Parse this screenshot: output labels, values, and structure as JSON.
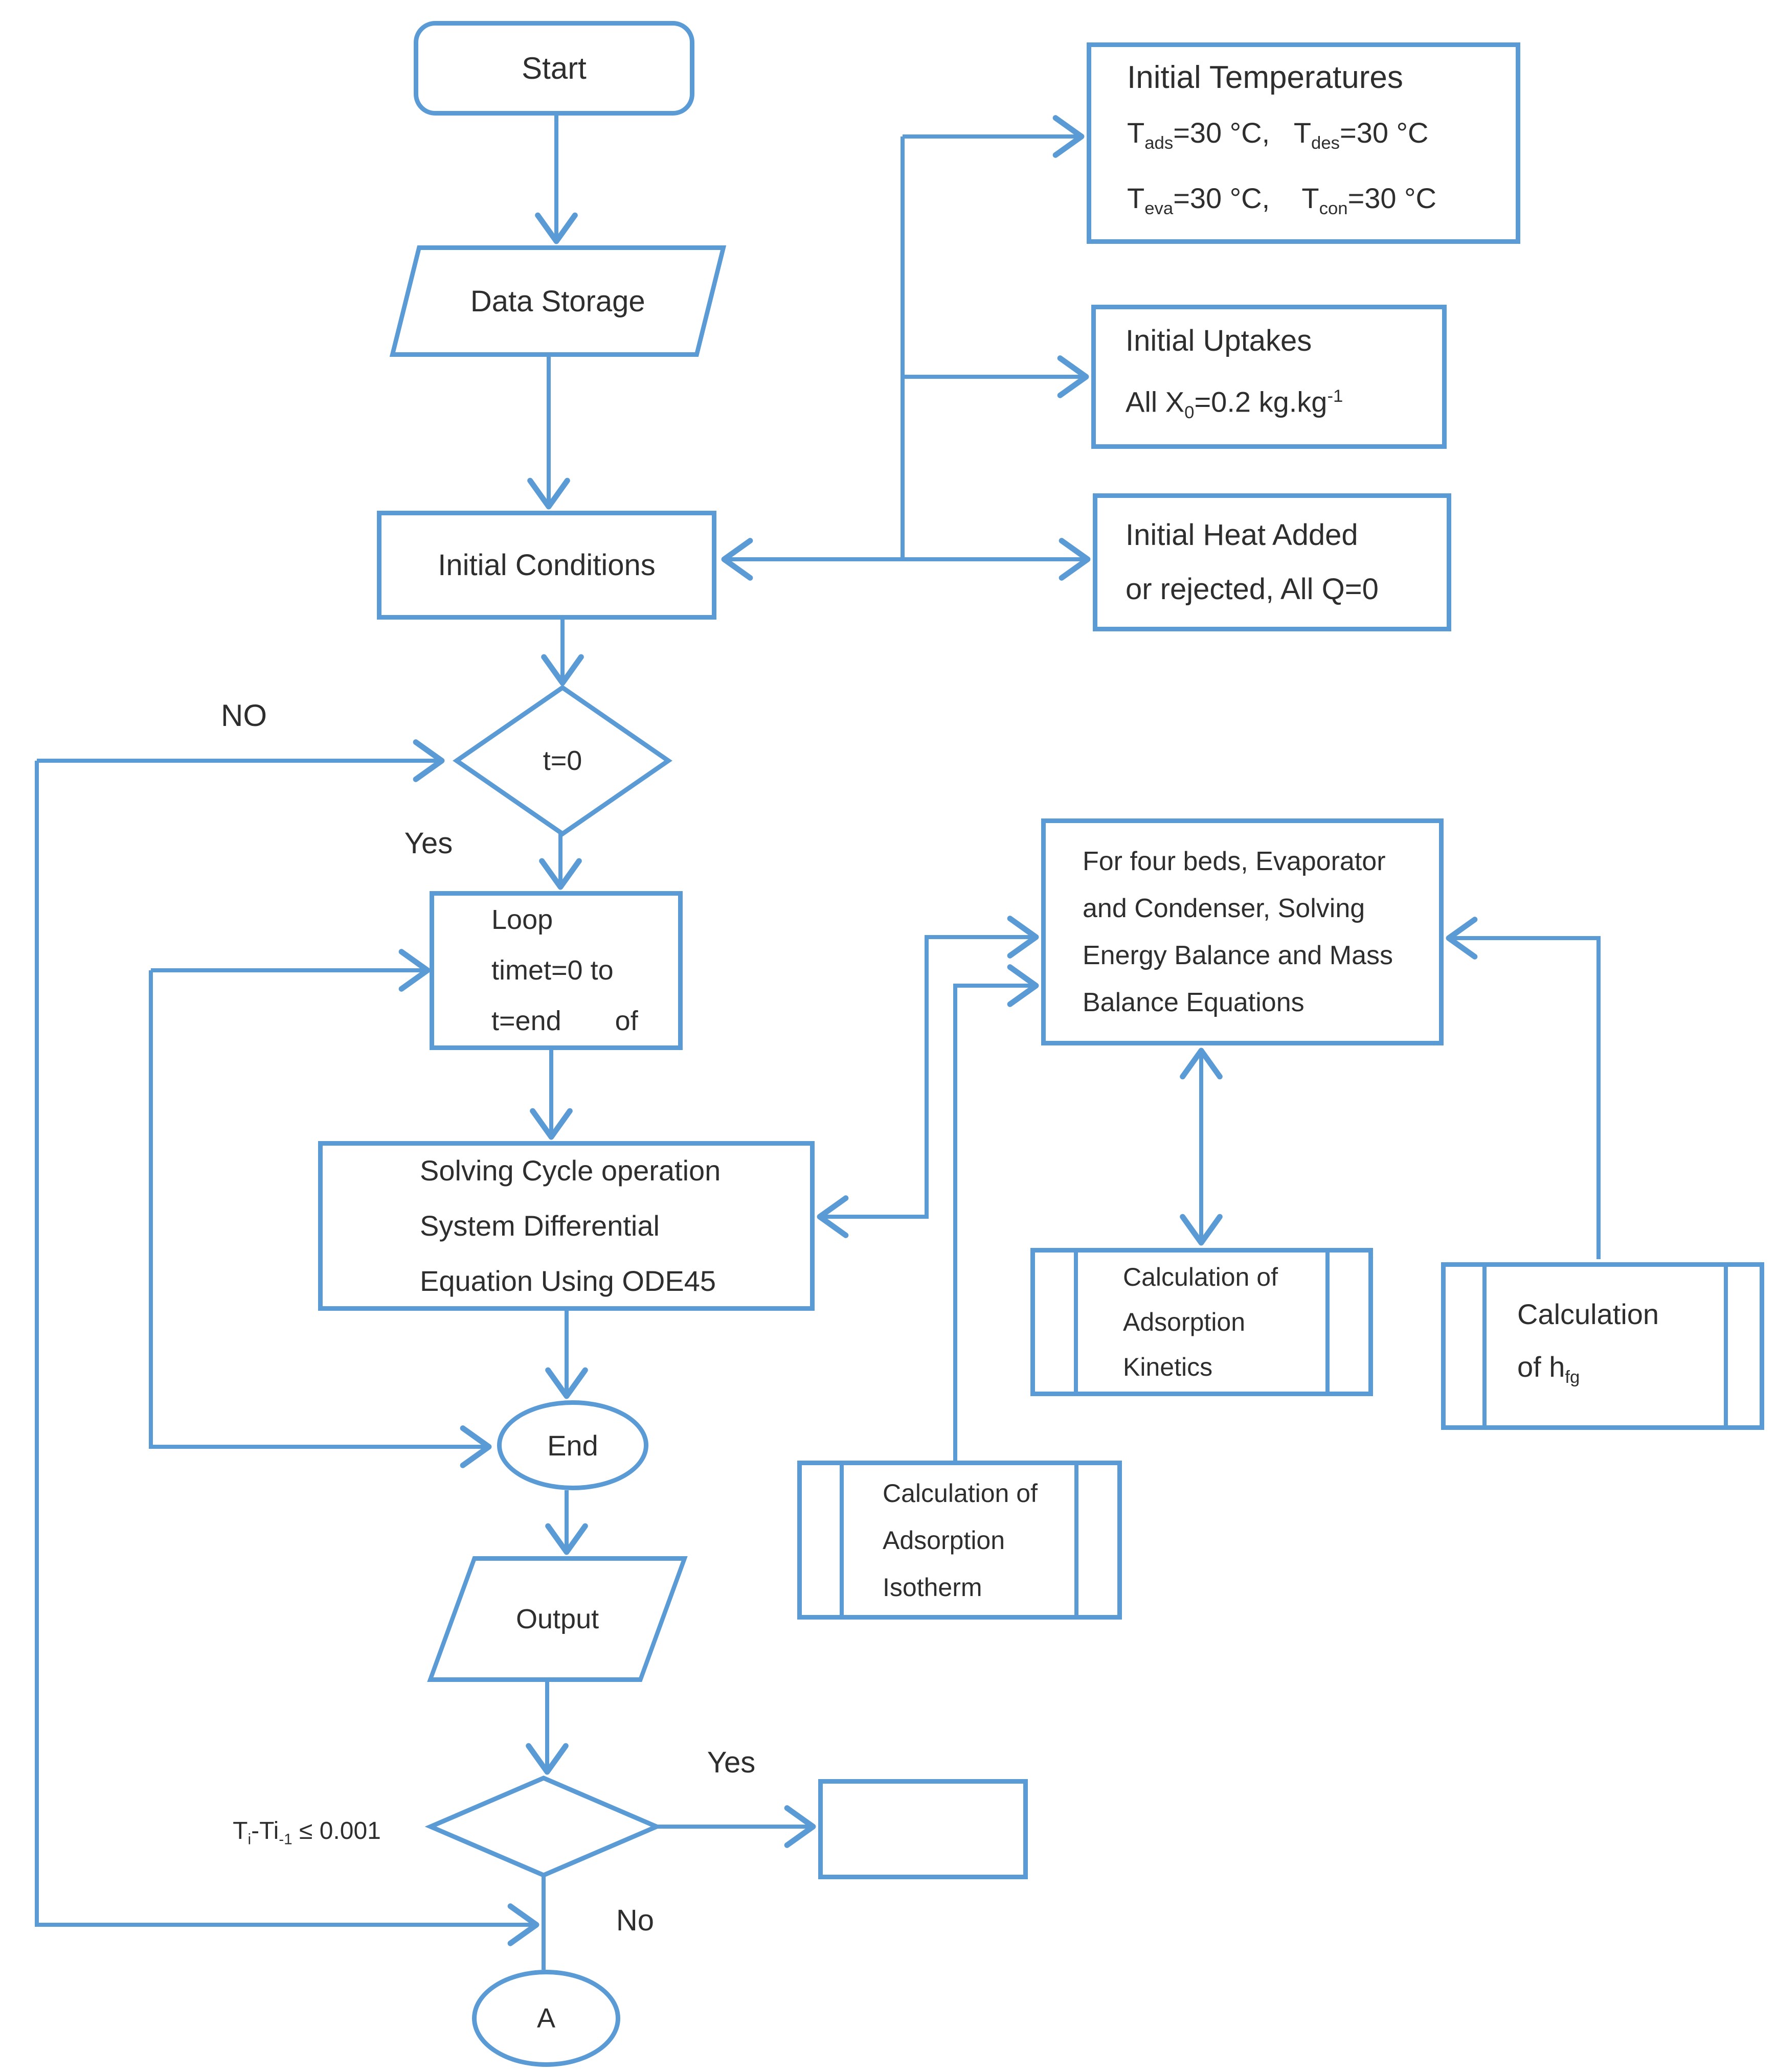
{
  "figure": {
    "type": "flowchart",
    "line_color": "#5b9bd5",
    "text_color": "#2e2e2e",
    "background": "#ffffff"
  },
  "nodes": {
    "start": {
      "shape": "rounded-rect",
      "label": "Start"
    },
    "data_storage": {
      "shape": "parallelogram",
      "label": "Data Storage"
    },
    "initial_conditions": {
      "shape": "rect",
      "label": "Initial Conditions"
    },
    "initial_temperatures": {
      "shape": "rect",
      "title": "Initial Temperatures",
      "row1_html": "T<sub>ads</sub>=30 °C,&nbsp;&nbsp;&nbsp;T<sub>des</sub>=30 °C",
      "row2_html": "T<sub>eva</sub>=30 °C,&nbsp;&nbsp;&nbsp;&nbsp;T<sub>con</sub>=30 °C"
    },
    "initial_uptakes": {
      "shape": "rect",
      "title": "Initial Uptakes",
      "row_html": "All X<sub>0</sub>=0.2 kg.kg<sup>-1</sup>"
    },
    "initial_heat_added": {
      "shape": "rect",
      "text": "Initial Heat Added\nor rejected, All Q=0"
    },
    "t_zero_decision": {
      "shape": "diamond",
      "label": "t=0"
    },
    "loop": {
      "shape": "rect",
      "text": "Loop\ntimet=0 to\nt=end       of"
    },
    "for_four_beds": {
      "shape": "rect",
      "text": "For four beds, Evaporator\nand Condenser, Solving\nEnergy Balance and Mass\nBalance Equations"
    },
    "solving_cycle": {
      "shape": "rect",
      "text": "Solving Cycle operation\nSystem Differential\nEquation Using ODE45"
    },
    "calc_adsorption_kinetics": {
      "shape": "predefined-process",
      "text": "Calculation of\nAdsorption\nKinetics"
    },
    "calc_hfg": {
      "shape": "predefined-process",
      "text_html": "Calculation<br>of h<sub>fg</sub>"
    },
    "calc_adsorption_isotherm": {
      "shape": "predefined-process",
      "text": "Calculation of\nAdsorption\nIsotherm"
    },
    "end": {
      "shape": "oval",
      "label": "End"
    },
    "output": {
      "shape": "parallelogram",
      "label": "Output"
    },
    "convergence_decision": {
      "shape": "diamond",
      "label_html": "T<sub>i</sub>-Ti<sub>-1</sub> ≤ 0.001"
    },
    "next_step_box": {
      "shape": "rect",
      "label": ""
    },
    "connector_a": {
      "shape": "oval",
      "label": "A"
    }
  },
  "edge_labels": {
    "no_upper": "NO",
    "yes_upper": "Yes",
    "yes_lower": "Yes",
    "no_lower": "No"
  }
}
